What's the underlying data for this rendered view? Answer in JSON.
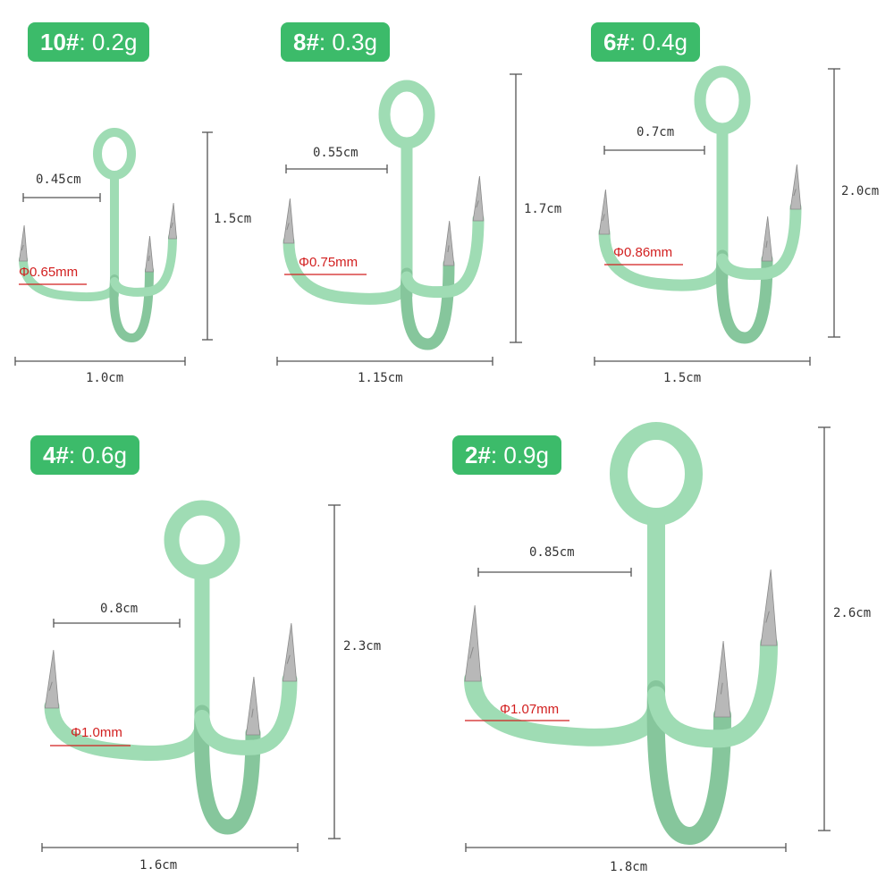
{
  "colors": {
    "badge": "#3cbb6a",
    "hook_body": "#9fdcb4",
    "hook_body_dark": "#86c69c",
    "point": "#b8b8b8",
    "dimension_line": "#555555",
    "diameter_line": "#d21f1f"
  },
  "hooks": [
    {
      "size": "10#",
      "weight": ": 0.2g",
      "gap": "0.45cm",
      "height": "1.5cm",
      "width": "1.0cm",
      "diameter": "Φ0.65mm"
    },
    {
      "size": "8#",
      "weight": ": 0.3g",
      "gap": "0.55cm",
      "height": "1.7cm",
      "width": "1.15cm",
      "diameter": "Φ0.75mm"
    },
    {
      "size": "6#",
      "weight": ": 0.4g",
      "gap": "0.7cm",
      "height": "2.0cm",
      "width": "1.5cm",
      "diameter": "Φ0.86mm"
    },
    {
      "size": "4#",
      "weight": ": 0.6g",
      "gap": "0.8cm",
      "height": "2.3cm",
      "width": "1.6cm",
      "diameter": "Φ1.0mm"
    },
    {
      "size": "2#",
      "weight": ": 0.9g",
      "gap": "0.85cm",
      "height": "2.6cm",
      "width": "1.8cm",
      "diameter": "Φ1.07mm"
    }
  ]
}
